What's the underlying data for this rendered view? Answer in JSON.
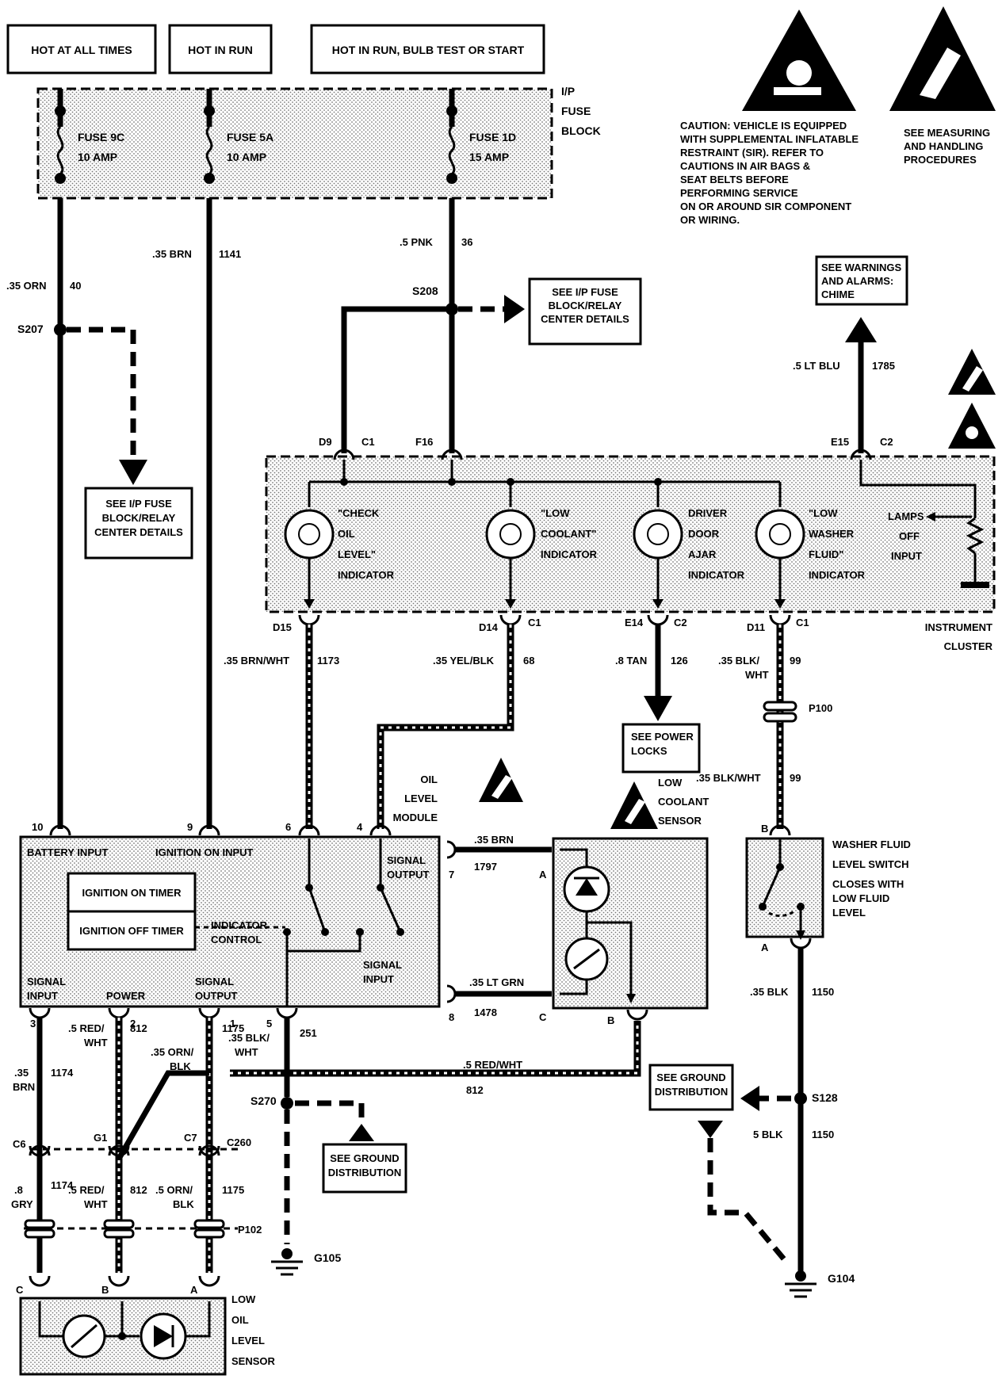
{
  "power_labels": [
    "HOT AT ALL TIMES",
    "HOT IN RUN",
    "HOT IN RUN, BULB TEST OR START"
  ],
  "fuse_block": {
    "title": [
      "I/P",
      "FUSE",
      "BLOCK"
    ],
    "fuses": [
      {
        "name": "FUSE 9C",
        "rating": "10 AMP"
      },
      {
        "name": "FUSE 5A",
        "rating": "10 AMP"
      },
      {
        "name": "FUSE 1D",
        "rating": "15 AMP"
      }
    ]
  },
  "caution": {
    "lines": [
      "CAUTION: VEHICLE IS EQUIPPED",
      "WITH SUPPLEMENTAL INFLATABLE",
      "RESTRAINT (SIR). REFER TO",
      "CAUTIONS IN AIR BAGS &",
      "SEAT BELTS BEFORE",
      "PERFORMING SERVICE",
      "ON OR AROUND SIR COMPONENT",
      "OR WIRING."
    ],
    "esd_lines": [
      "SEE MEASURING",
      "AND HANDLING",
      "PROCEDURES"
    ]
  },
  "wires": {
    "w40": {
      "gauge": ".35 ORN",
      "circuit": "40"
    },
    "w1141": {
      "gauge": ".35 BRN",
      "circuit": "1141"
    },
    "w36": {
      "gauge": ".5 PNK",
      "circuit": "36"
    },
    "w1785": {
      "gauge": ".5 LT BLU",
      "circuit": "1785"
    },
    "w1173": {
      "gauge": ".35 BRN/WHT",
      "circuit": "1173"
    },
    "w68": {
      "gauge": ".35 YEL/BLK",
      "circuit": "68"
    },
    "w126": {
      "gauge": ".8 TAN",
      "circuit": "126"
    },
    "w99a": {
      "gauge": ".35 BLK/",
      "gauge2": "WHT",
      "circuit": "99"
    },
    "w99b": {
      "gauge": ".35 BLK/WHT",
      "circuit": "99"
    },
    "w1797": {
      "gauge": ".35 BRN",
      "circuit": "1797"
    },
    "w1478": {
      "gauge": ".35 LT GRN",
      "circuit": "1478"
    },
    "w1150a": {
      "gauge": ".35 BLK",
      "circuit": "1150"
    },
    "w1150b": {
      "gauge": "5 BLK",
      "circuit": "1150"
    },
    "w812": {
      "gauge": ".5 RED/WHT",
      "circuit": "812"
    },
    "w1174a": {
      "gauge": ".35",
      "gauge2": "BRN",
      "circuit": "1174"
    },
    "w812a": {
      "gauge": ".5 RED/",
      "gauge2": "WHT",
      "circuit": "812"
    },
    "w1175a": {
      "gauge": ".35 ORN/",
      "gauge2": "BLK",
      "circuit": "1175"
    },
    "w251": {
      "gauge": ".35 BLK/",
      "gauge2": "WHT",
      "circuit": "251"
    },
    "w1174b": {
      "gauge": ".8",
      "gauge2": "GRY",
      "circuit": "1174"
    },
    "w812b": {
      "gauge": ".5 RED/",
      "gauge2": "WHT",
      "circuit": "812"
    },
    "w1175b": {
      "gauge": ".5 ORN/",
      "gauge2": "BLK",
      "circuit": "1175"
    }
  },
  "splices": {
    "s207": "S207",
    "s208": "S208",
    "s270": "S270",
    "s128": "S128"
  },
  "grounds": {
    "g105": "G105",
    "g104": "G104"
  },
  "connectors": {
    "p100": "P100",
    "p102": "P102",
    "c260": "C260",
    "c6": "C6",
    "g1": "G1",
    "c7": "C7"
  },
  "refs": {
    "fuse_details_1": [
      "SEE I/P FUSE",
      "BLOCK/RELAY",
      "CENTER DETAILS"
    ],
    "fuse_details_2": [
      "SEE I/P FUSE",
      "BLOCK/RELAY",
      "CENTER DETAILS"
    ],
    "chime": [
      "SEE WARNINGS",
      "AND ALARMS:",
      "CHIME"
    ],
    "power_locks": [
      "SEE POWER",
      "LOCKS"
    ],
    "ground_1": [
      "SEE GROUND",
      "DISTRIBUTION"
    ],
    "ground_2": [
      "SEE GROUND",
      "DISTRIBUTION"
    ]
  },
  "cluster": {
    "title": [
      "INSTRUMENT",
      "CLUSTER"
    ],
    "top_pins": [
      {
        "pin": "D9",
        "conn": "C1"
      },
      {
        "pin": "F16",
        "conn": ""
      },
      {
        "pin": "E15",
        "conn": "C2"
      }
    ],
    "bottom_pins": [
      {
        "pin": "D15",
        "conn": ""
      },
      {
        "pin": "D14",
        "conn": "C1"
      },
      {
        "pin": "E14",
        "conn": "C2"
      },
      {
        "pin": "D11",
        "conn": "C1"
      }
    ],
    "indicators": [
      {
        "l1": "\"CHECK",
        "l2": "OIL",
        "l3": "LEVEL\"",
        "l4": "INDICATOR"
      },
      {
        "l1": "\"LOW",
        "l2": "COOLANT\"",
        "l3": "INDICATOR",
        "l4": ""
      },
      {
        "l1": "DRIVER",
        "l2": "DOOR",
        "l3": "AJAR",
        "l4": "INDICATOR"
      },
      {
        "l1": "\"LOW",
        "l2": "WASHER",
        "l3": "FLUID\"",
        "l4": "INDICATOR"
      }
    ],
    "lamps_off": [
      "LAMPS",
      "OFF",
      "INPUT"
    ]
  },
  "module": {
    "title": [
      "OIL",
      "LEVEL",
      "MODULE"
    ],
    "top_pins": [
      "10",
      "9",
      "6",
      "4"
    ],
    "battery_input": "BATTERY INPUT",
    "ignition_input": "IGNITION ON INPUT",
    "signal_output": [
      "SIGNAL",
      "OUTPUT"
    ],
    "ign_on_timer": "IGNITION ON TIMER",
    "ign_off_timer": "IGNITION OFF TIMER",
    "indicator_control": [
      "INDICATOR",
      "CONTROL"
    ],
    "signal_input_r": [
      "SIGNAL",
      "INPUT"
    ],
    "bottom_left": [
      "SIGNAL",
      "INPUT"
    ],
    "bottom_power": "POWER",
    "bottom_output": [
      "SIGNAL",
      "OUTPUT"
    ],
    "right_pins": [
      "7",
      "8"
    ],
    "bottom_pins": [
      "3",
      "2",
      "1",
      "5"
    ]
  },
  "coolant_sensor": {
    "title": [
      "LOW",
      "COOLANT",
      "SENSOR"
    ],
    "pins": [
      "A",
      "C",
      "B"
    ]
  },
  "washer_switch": {
    "title": [
      "WASHER FLUID",
      "LEVEL SWITCH",
      "CLOSES WITH",
      "LOW FLUID",
      "LEVEL"
    ],
    "pins": [
      "B",
      "A"
    ]
  },
  "oil_sensor": {
    "title": [
      "LOW",
      "OIL",
      "LEVEL",
      "SENSOR"
    ],
    "pins": [
      "C",
      "B",
      "A"
    ]
  }
}
